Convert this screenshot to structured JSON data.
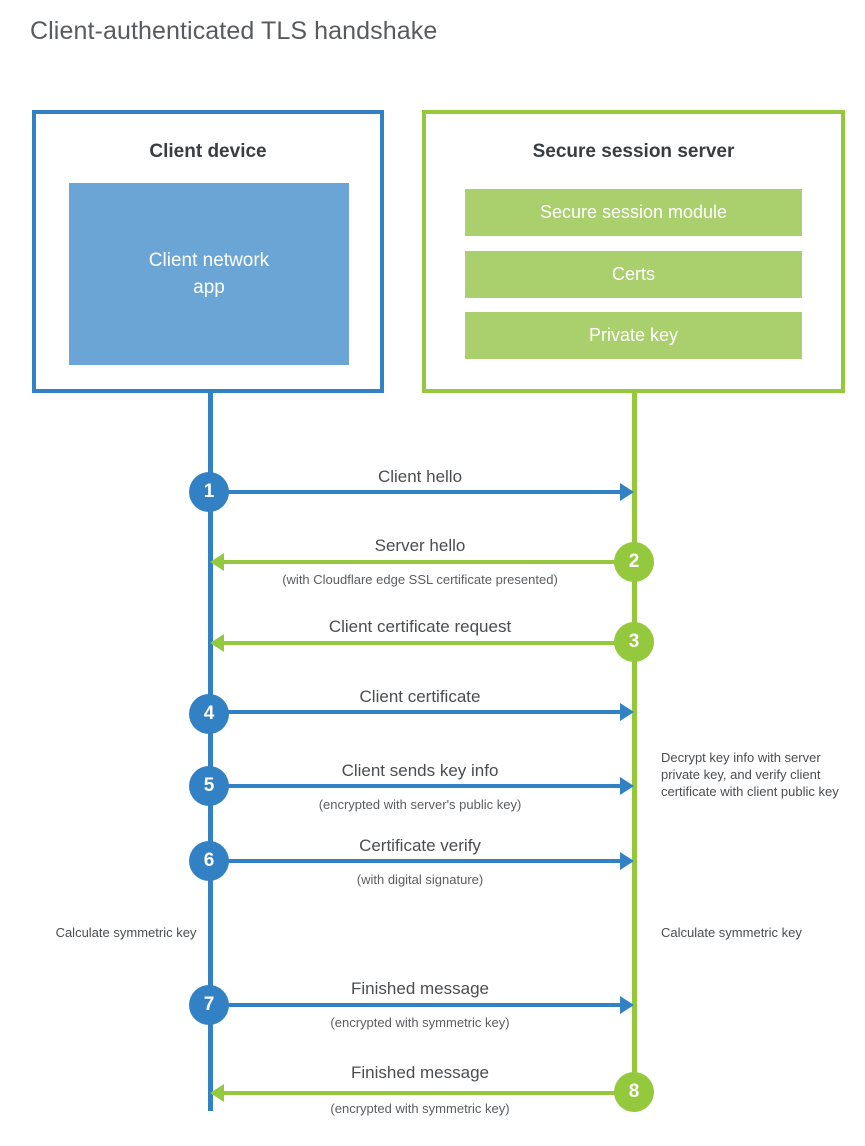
{
  "title": "Client-authenticated TLS handshake",
  "colors": {
    "client_blue": "#3281c4",
    "client_app_fill": "#6aa5d6",
    "server_green": "#95c93d",
    "server_bar_fill": "#aacf6d",
    "text_dark": "#3a3d40",
    "text_body": "#4a4d50",
    "title_gray": "#585b5e",
    "background": "#ffffff"
  },
  "client": {
    "title": "Client device",
    "app_label": "Client network\napp",
    "app_label_lines": [
      "Client network",
      "app"
    ]
  },
  "server": {
    "title": "Secure session server",
    "bars": [
      {
        "label": "Secure session module"
      },
      {
        "label": "Certs"
      },
      {
        "label": "Private key"
      }
    ]
  },
  "messages": [
    {
      "number": "1",
      "label": "Client hello",
      "sublabel": "",
      "direction": "client-to-server",
      "color": "blue"
    },
    {
      "number": "2",
      "label": "Server hello",
      "sublabel": "(with Cloudflare edge SSL certificate presented)",
      "direction": "server-to-client",
      "color": "green"
    },
    {
      "number": "3",
      "label": "Client certificate request",
      "sublabel": "",
      "direction": "server-to-client",
      "color": "green"
    },
    {
      "number": "4",
      "label": "Client certificate",
      "sublabel": "",
      "direction": "client-to-server",
      "color": "blue"
    },
    {
      "number": "5",
      "label": "Client sends key info",
      "sublabel": "(encrypted with server's public key)",
      "direction": "client-to-server",
      "color": "blue"
    },
    {
      "number": "6",
      "label": "Certificate verify",
      "sublabel": "(with digital signature)",
      "direction": "client-to-server",
      "color": "blue"
    },
    {
      "number": "7",
      "label": "Finished message",
      "sublabel": "(encrypted with symmetric key)",
      "direction": "client-to-server",
      "color": "blue"
    },
    {
      "number": "8",
      "label": "Finished message",
      "sublabel": "(encrypted with symmetric key)",
      "direction": "server-to-client",
      "color": "green"
    }
  ],
  "notes": {
    "server_decrypt": "Decrypt key info with server private key, and verify client certificate with client public key",
    "client_symmetric_key": "Calculate symmetric key",
    "server_symmetric_key": "Calculate symmetric key"
  }
}
